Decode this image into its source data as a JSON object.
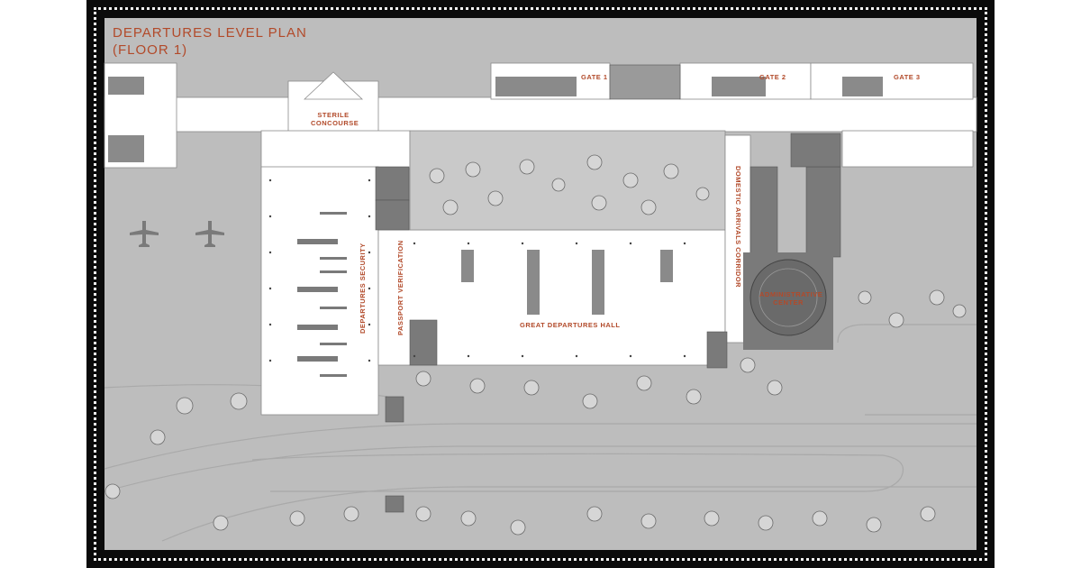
{
  "title": {
    "line1": "DEPARTURES LEVEL PLAN",
    "line2": "(FLOOR 1)"
  },
  "labels": {
    "gate1": "GATE 1",
    "gate2": "GATE 2",
    "gate3": "GATE 3",
    "sterile_concourse_line1": "STERILE",
    "sterile_concourse_line2": "CONCOURSE",
    "departures_security": "DEPARTURES SECURITY",
    "passport_verification": "PASSPORT VERIFICATION",
    "great_departures_hall": "GREAT DEPARTURES HALL",
    "domestic_arrivals_corridor": "DOMESTIC ARRIVALS CORRIDOR",
    "administrative_center_line1": "ADMINISTRATIVE",
    "administrative_center_line2": "CENTER"
  },
  "colors": {
    "frame": "#0b0b0b",
    "ground": "#bdbdbd",
    "building": "#ffffff",
    "service_core": "#7a7a7a",
    "label": "#b24a2a"
  }
}
